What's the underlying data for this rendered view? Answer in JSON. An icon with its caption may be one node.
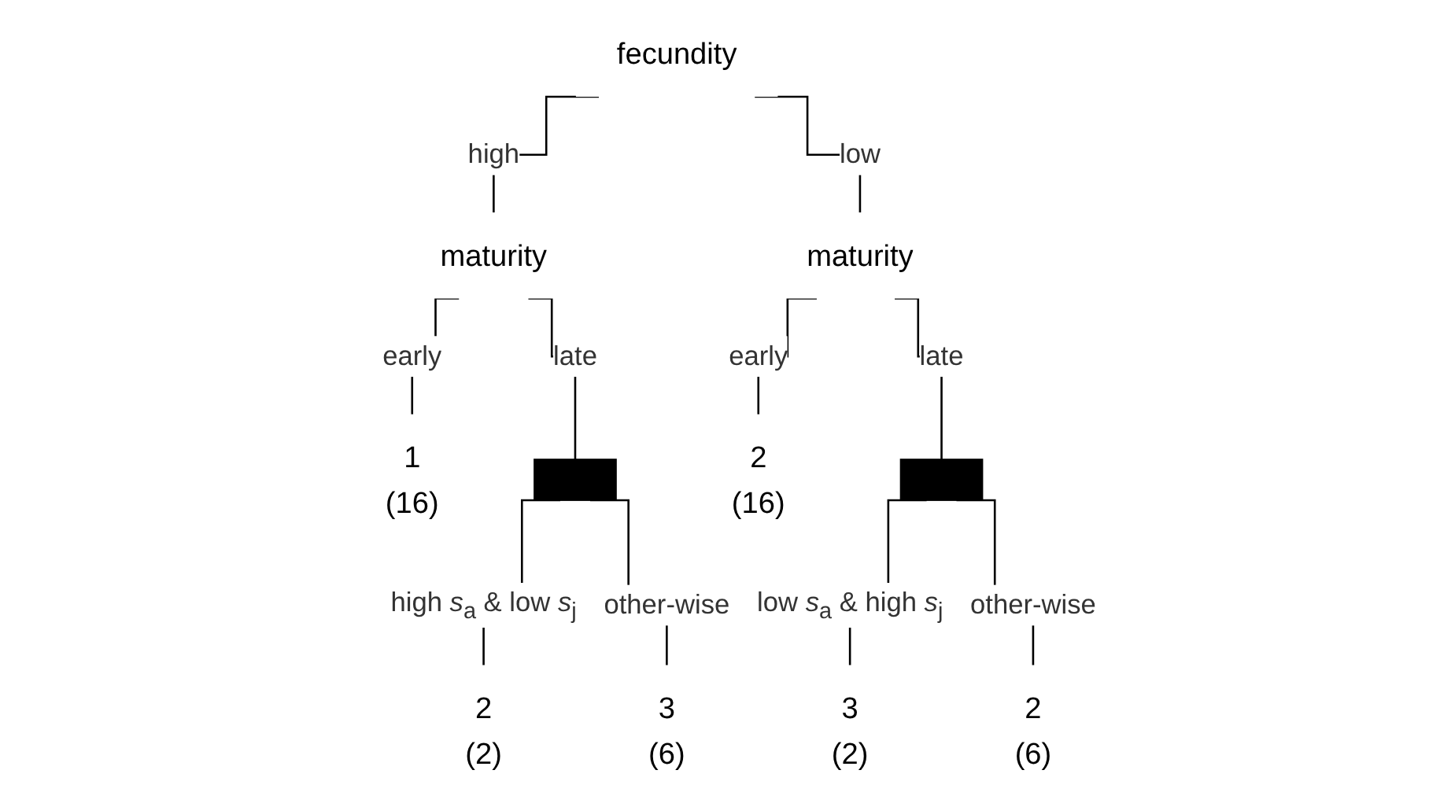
{
  "diagram": {
    "nodes": [
      {
        "text": [
          "fecundity"
        ]
      },
      {
        "text": [
          "maturity"
        ]
      },
      {
        "text": [
          "1",
          "(16)"
        ]
      },
      {
        "text": [],
        "shape": "bar"
      },
      {
        "text": [
          "2",
          "(2)"
        ]
      },
      {
        "text": [
          "3",
          "(6)"
        ]
      },
      {
        "text": [
          "maturity"
        ]
      },
      {
        "text": [
          "2",
          "(16)"
        ]
      },
      {
        "text": [],
        "shape": "bar"
      },
      {
        "text": [
          "3",
          "(2)"
        ]
      },
      {
        "text": [
          "2",
          "(6)"
        ]
      }
    ],
    "edges": [
      {
        "from": 0,
        "to": 1,
        "arrow": "none",
        "label": "high"
      },
      {
        "from": 0,
        "to": 6,
        "arrow": "none",
        "label": "low"
      },
      {
        "from": 1,
        "to": 3,
        "arrow": "none",
        "label": "late"
      },
      {
        "from": 1,
        "to": 2,
        "arrow": "none",
        "label": "early"
      },
      {
        "from": 3,
        "to": 4,
        "arrow": "none",
        "label": "high *s*$_{a}$ & low *s*$_{j}$"
      },
      {
        "from": 3,
        "to": 5,
        "arrow": "none",
        "label": "other-wise"
      },
      {
        "from": 6,
        "to": 8,
        "arrow": "none",
        "label": "late"
      },
      {
        "from": 6,
        "to": 7,
        "arrow": "none",
        "label": "early"
      },
      {
        "from": 8,
        "to": 9,
        "arrow": "none",
        "label": "low *s*$_{a}$ & high *s*$_{j}$"
      },
      {
        "from": 8,
        "to": 10,
        "arrow": "none",
        "label": "other-wise"
      }
    ]
  }
}
